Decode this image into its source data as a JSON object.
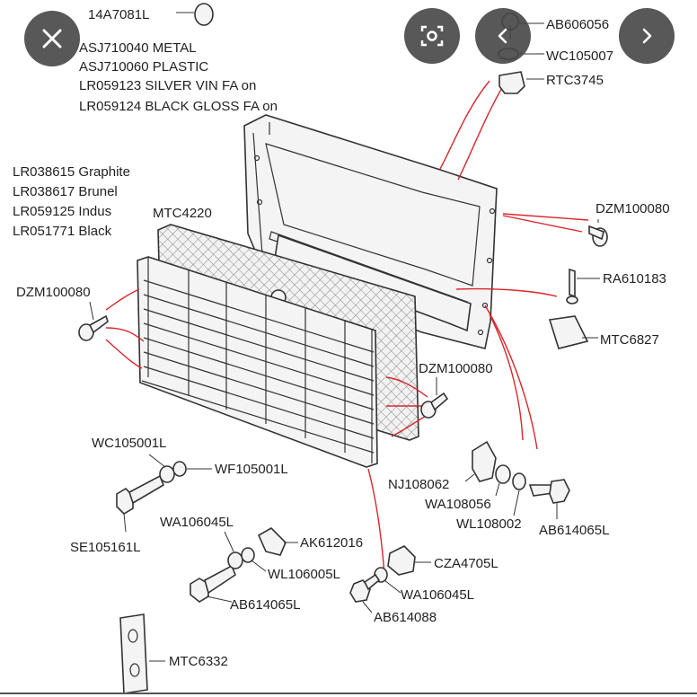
{
  "labels": {
    "l1": "14A7081L",
    "l2": "ASJ710040 METAL",
    "l3": "ASJ710060 PLASTIC",
    "l4": "LR059123 SILVER VIN FA on",
    "l5": "LR059124 BLACK GLOSS FA on",
    "l6": "AB606056",
    "l7": "WC105007",
    "l8": "RTC3745",
    "l9": "LR038615 Graphite",
    "l10": "LR038617 Brunel",
    "l11": "LR059125 Indus",
    "l12": "LR051771 Black",
    "l13": "MTC4220",
    "l14": "DZM100080",
    "l15": "DZM100080",
    "l16": "RA610183",
    "l17": "MTC6827",
    "l18": "DZM100080",
    "l19": "WC105001L",
    "l20": "WF105001L",
    "l21": "NJ108062",
    "l22": "WA108056",
    "l23": "WL108002",
    "l24": "AB614065L",
    "l25": "SE105161L",
    "l26": "WA106045L",
    "l27": "AK612016",
    "l28": "CZA4705L",
    "l29": "WL106005L",
    "l30": "WA106045L",
    "l31": "AB614065L",
    "l32": "AB614088",
    "l33": "MTC6332"
  },
  "overlay": {
    "close_icon": "close-icon",
    "lens_icon": "lens-icon",
    "prev_icon": "chevron-left-icon",
    "next_icon": "chevron-right-icon"
  },
  "colors": {
    "leader_red": "#d9262b",
    "button_bg": "#464646"
  }
}
